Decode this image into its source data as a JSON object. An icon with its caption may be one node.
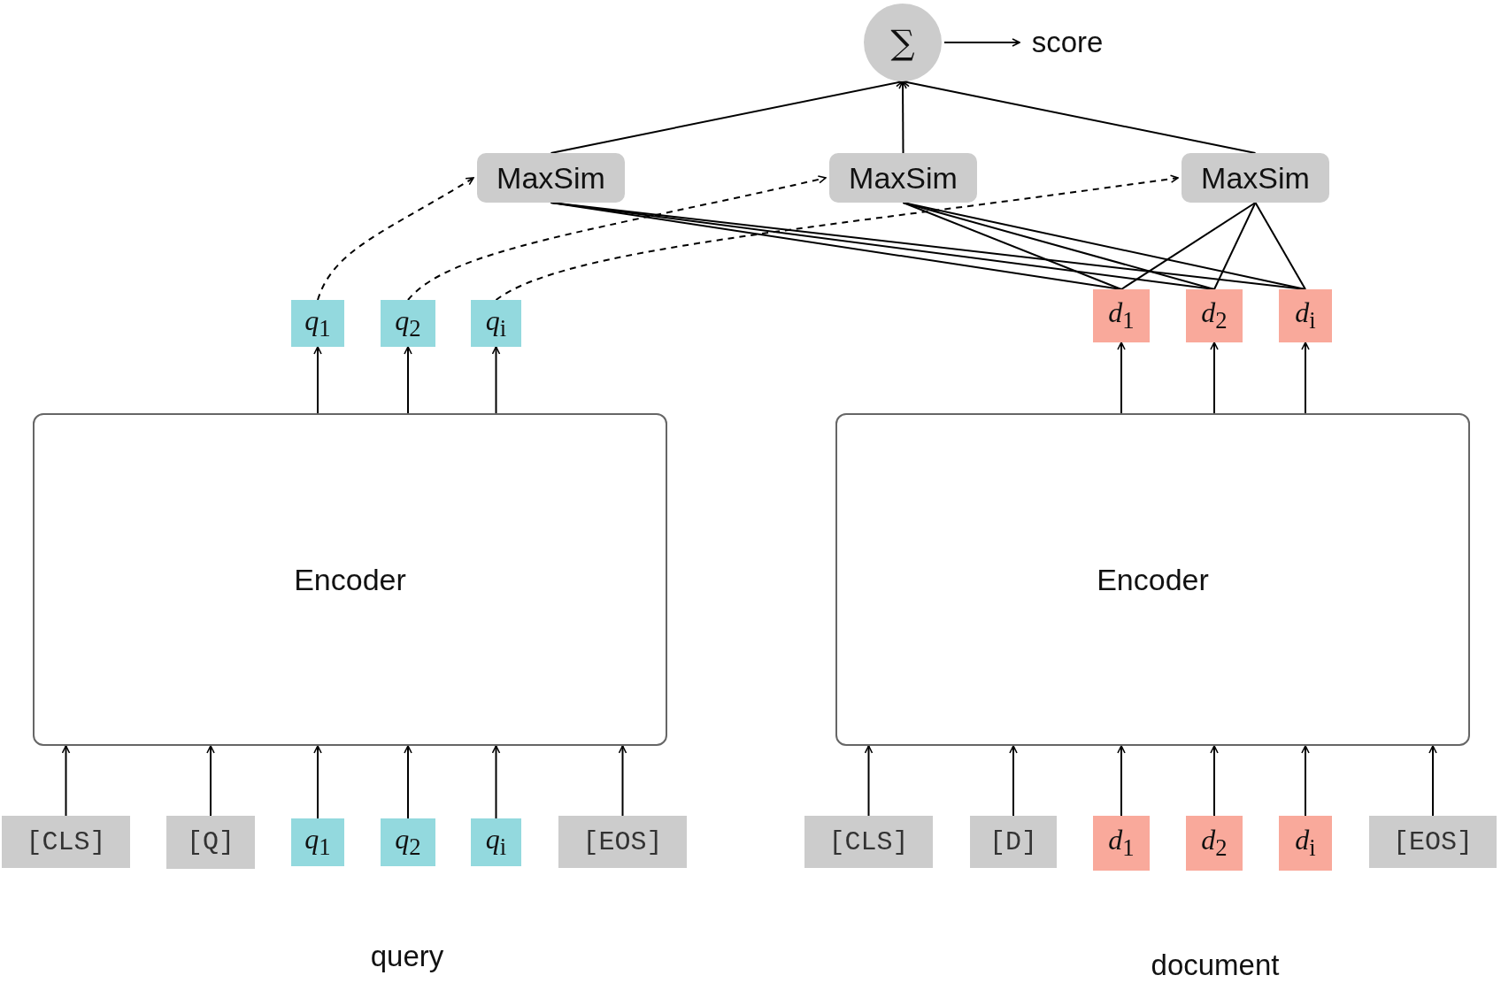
{
  "diagram": {
    "nodes": [
      {
        "text": [
          "∑"
        ]
      },
      {
        "text": [
          "score"
        ]
      },
      {
        "text": [
          "MaxSim"
        ]
      },
      {
        "text": [
          "MaxSim"
        ]
      },
      {
        "text": [
          "MaxSim"
        ]
      },
      {
        "text": [
          "*q*$_{1}$"
        ]
      },
      {
        "text": [
          "*q*$_{2}$"
        ]
      },
      {
        "text": [
          "*q*$_{i}$"
        ]
      },
      {
        "text": [
          "*d*$_{1}$"
        ]
      },
      {
        "text": [
          "*d*$_{2}$"
        ]
      },
      {
        "text": [
          "*d*$_{i}$"
        ]
      },
      {
        "text": [
          "Encoder"
        ]
      },
      {
        "text": [
          "Encoder"
        ]
      },
      {
        "text": [
          "[CLS]"
        ]
      },
      {
        "text": [
          "[Q]"
        ]
      },
      {
        "text": [
          "*q*$_{1}$"
        ]
      },
      {
        "text": [
          "*q*$_{2}$"
        ]
      },
      {
        "text": [
          "*q*$_{i}$"
        ]
      },
      {
        "text": [
          "[EOS]"
        ]
      },
      {
        "text": [
          "[CLS]"
        ]
      },
      {
        "text": [
          "[D]"
        ]
      },
      {
        "text": [
          "*d*$_{1}$"
        ]
      },
      {
        "text": [
          "*d*$_{2}$"
        ]
      },
      {
        "text": [
          "*d*$_{i}$"
        ]
      },
      {
        "text": [
          "[EOS]"
        ]
      }
    ],
    "edges": [
      {
        "from": 0,
        "to": 1,
        "arrow": "to"
      },
      {
        "from": 2,
        "to": 0,
        "arrow": "to"
      },
      {
        "from": 3,
        "to": 0,
        "arrow": "to"
      },
      {
        "from": 4,
        "to": 0,
        "arrow": "to"
      },
      {
        "from": 5,
        "to": 2,
        "arrow": "to",
        "style": "dashed"
      },
      {
        "from": 6,
        "to": 3,
        "arrow": "to",
        "style": "dashed"
      },
      {
        "from": 7,
        "to": 4,
        "arrow": "to",
        "style": "dashed"
      },
      {
        "from": 2,
        "to": 8,
        "arrow": "none"
      },
      {
        "from": 2,
        "to": 9,
        "arrow": "none"
      },
      {
        "from": 2,
        "to": 10,
        "arrow": "none"
      },
      {
        "from": 3,
        "to": 8,
        "arrow": "none"
      },
      {
        "from": 3,
        "to": 9,
        "arrow": "none"
      },
      {
        "from": 3,
        "to": 10,
        "arrow": "none"
      },
      {
        "from": 4,
        "to": 8,
        "arrow": "none"
      },
      {
        "from": 4,
        "to": 9,
        "arrow": "none"
      },
      {
        "from": 4,
        "to": 10,
        "arrow": "none"
      },
      {
        "from": 11,
        "to": 5,
        "arrow": "to"
      },
      {
        "from": 11,
        "to": 6,
        "arrow": "to"
      },
      {
        "from": 11,
        "to": 7,
        "arrow": "to"
      },
      {
        "from": 12,
        "to": 8,
        "arrow": "to"
      },
      {
        "from": 12,
        "to": 9,
        "arrow": "to"
      },
      {
        "from": 12,
        "to": 10,
        "arrow": "to"
      },
      {
        "from": 13,
        "to": 11,
        "arrow": "to"
      },
      {
        "from": 14,
        "to": 11,
        "arrow": "to"
      },
      {
        "from": 15,
        "to": 11,
        "arrow": "to"
      },
      {
        "from": 16,
        "to": 11,
        "arrow": "to"
      },
      {
        "from": 17,
        "to": 11,
        "arrow": "to"
      },
      {
        "from": 18,
        "to": 11,
        "arrow": "to"
      },
      {
        "from": 19,
        "to": 12,
        "arrow": "to"
      },
      {
        "from": 20,
        "to": 12,
        "arrow": "to"
      },
      {
        "from": 21,
        "to": 12,
        "arrow": "to"
      },
      {
        "from": 22,
        "to": 12,
        "arrow": "to"
      },
      {
        "from": 23,
        "to": 12,
        "arrow": "to"
      },
      {
        "from": 24,
        "to": 12,
        "arrow": "to"
      }
    ],
    "labels": [
      "query",
      "document"
    ]
  }
}
